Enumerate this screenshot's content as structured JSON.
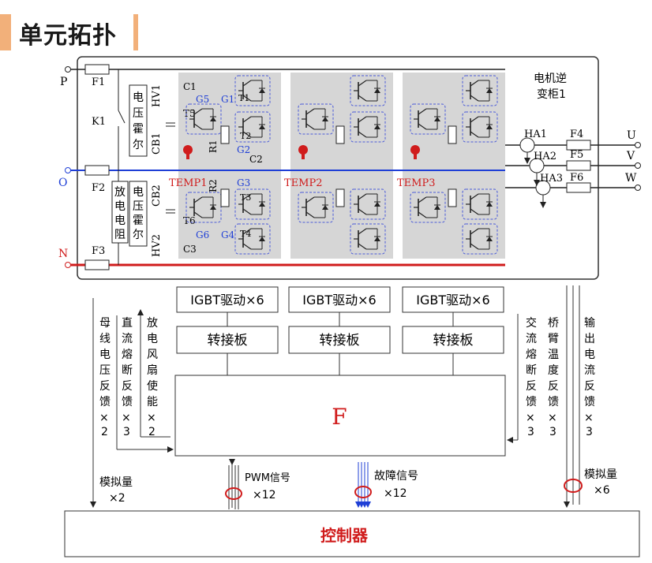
{
  "title": "单元拓扑",
  "colors": {
    "accent": "#f2b07a",
    "blue": "#1f3fd6",
    "red": "#d01c1c",
    "gray": "#d6d6d6",
    "dash": "#4a5ad8"
  },
  "diagram": {
    "rails": {
      "p": "P",
      "o": "O",
      "n": "N"
    },
    "fuses": {
      "f1": "F1",
      "f2": "F2",
      "f3": "F3",
      "f4": "F4",
      "f5": "F5",
      "f6": "F6"
    },
    "contactor": "K1",
    "hall_top": "电压霍尔",
    "hall_bottom": "电压霍尔",
    "discharge": "放电电阻",
    "hv1": "HV1",
    "hv2": "HV2",
    "cb1": "CB1",
    "cb2": "CB2",
    "c1": "C1",
    "c2": "C2",
    "c3": "C3",
    "g5": "G5",
    "g1": "G1",
    "g2": "G2",
    "g3": "G3",
    "g6": "G6",
    "g4": "G4",
    "t1": "T1",
    "t2": "T2",
    "t3": "T3",
    "t4": "T4",
    "t5": "T5",
    "t6": "T6",
    "r1": "R1",
    "r2": "R2",
    "temp1": "TEMP1",
    "temp2": "TEMP2",
    "temp3": "TEMP3",
    "cabinet": "电机逆变柜1",
    "ha1": "HA1",
    "ha2": "HA2",
    "ha3": "HA3",
    "u": "U",
    "v": "V",
    "w": "W",
    "igbt_drivers": [
      "IGBT驱动×6",
      "IGBT驱动×6",
      "IGBT驱动×6"
    ],
    "adapters": [
      "转接板",
      "转接板",
      "转接板"
    ],
    "center_block": "F",
    "controller": "控制器",
    "left_signals": [
      {
        "label": "母线电压反馈",
        "count": "×2"
      },
      {
        "label": "直流熔断反馈",
        "count": "×3"
      },
      {
        "label": "放电风扇使能",
        "count": "×2"
      }
    ],
    "right_signals": [
      {
        "label": "交流熔断反馈",
        "count": "×3"
      },
      {
        "label": "桥臂温度反馈",
        "count": "×3"
      },
      {
        "label": "输出电流反馈",
        "count": "×3"
      }
    ],
    "analog_left": {
      "label": "模拟量",
      "count": "×2"
    },
    "pwm": {
      "label": "PWM信号",
      "count": "×12"
    },
    "fault": {
      "label": "故障信号",
      "count": "×12"
    },
    "analog_right": {
      "label": "模拟量",
      "count": "×6"
    }
  }
}
